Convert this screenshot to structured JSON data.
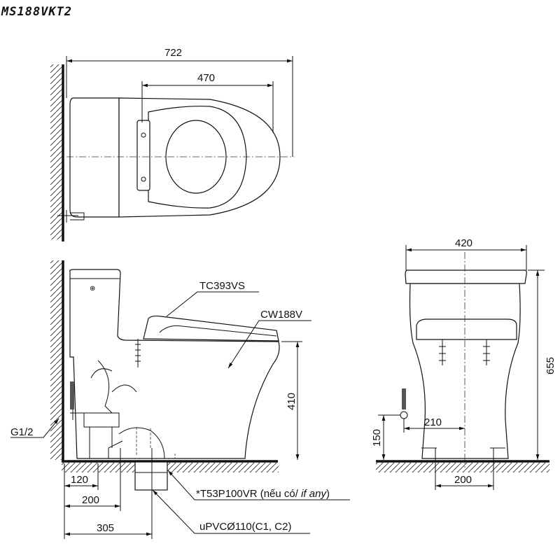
{
  "title": "MS188VKT2",
  "top_view": {
    "dim_total": "722",
    "dim_seat": "470"
  },
  "side_view": {
    "seat_label": "TC393VS",
    "bowl_label": "CW188V",
    "inlet_label": "G1/2",
    "dim_height": "410",
    "dim_120": "120",
    "dim_200": "200",
    "dim_305": "305",
    "adapter_label_code": "*T53P100VR (nếu có/ ",
    "adapter_label_en": "if any",
    "adapter_label_close": ")",
    "pipe_label": "uPVCØ110(C1, C2)"
  },
  "front_view": {
    "dim_width": "420",
    "dim_height": "655",
    "dim_150": "150",
    "dim_210": "210",
    "dim_200": "200"
  }
}
